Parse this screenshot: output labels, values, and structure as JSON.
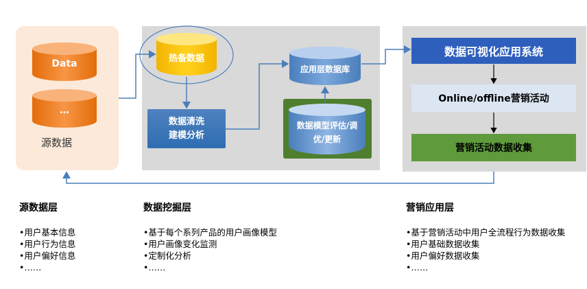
{
  "source": {
    "cylinders": [
      "Data",
      "…"
    ],
    "label": "源数据"
  },
  "mining": {
    "hot_backup": "热备数据",
    "app_layer_db": "应用层数据库",
    "clean_box": [
      "数据清洗",
      "建模分析"
    ],
    "model_eval": [
      "数据模型评估/调",
      "优/更新"
    ]
  },
  "marketing": {
    "system_title": "数据可视化应用系统",
    "activity": "Online/offline营销活动",
    "collect": "营销活动数据收集"
  },
  "layers": [
    {
      "title": "源数据层",
      "items": [
        "•用户基本信息",
        "•用户行为信息",
        "•用户偏好信息",
        "•……"
      ]
    },
    {
      "title": "数据挖掘层",
      "items": [
        "•基于每个系列产品的用户画像模型",
        "•用户画像变化监测",
        "•定制化分析",
        "•……"
      ]
    },
    {
      "title": "营销应用层",
      "items": [
        "•基于营销活动中用户全流程行为数据收集",
        "•用户基础数据收集",
        "•用户偏好数据收集",
        "•……"
      ]
    }
  ],
  "colors": {
    "arrow": "#4a7ebb",
    "source_panel": "#fce9d9",
    "gray_panel": "#d9d9d9",
    "system_title_bg": "#2f5fbd",
    "collect_bg": "#5f9b3c"
  }
}
